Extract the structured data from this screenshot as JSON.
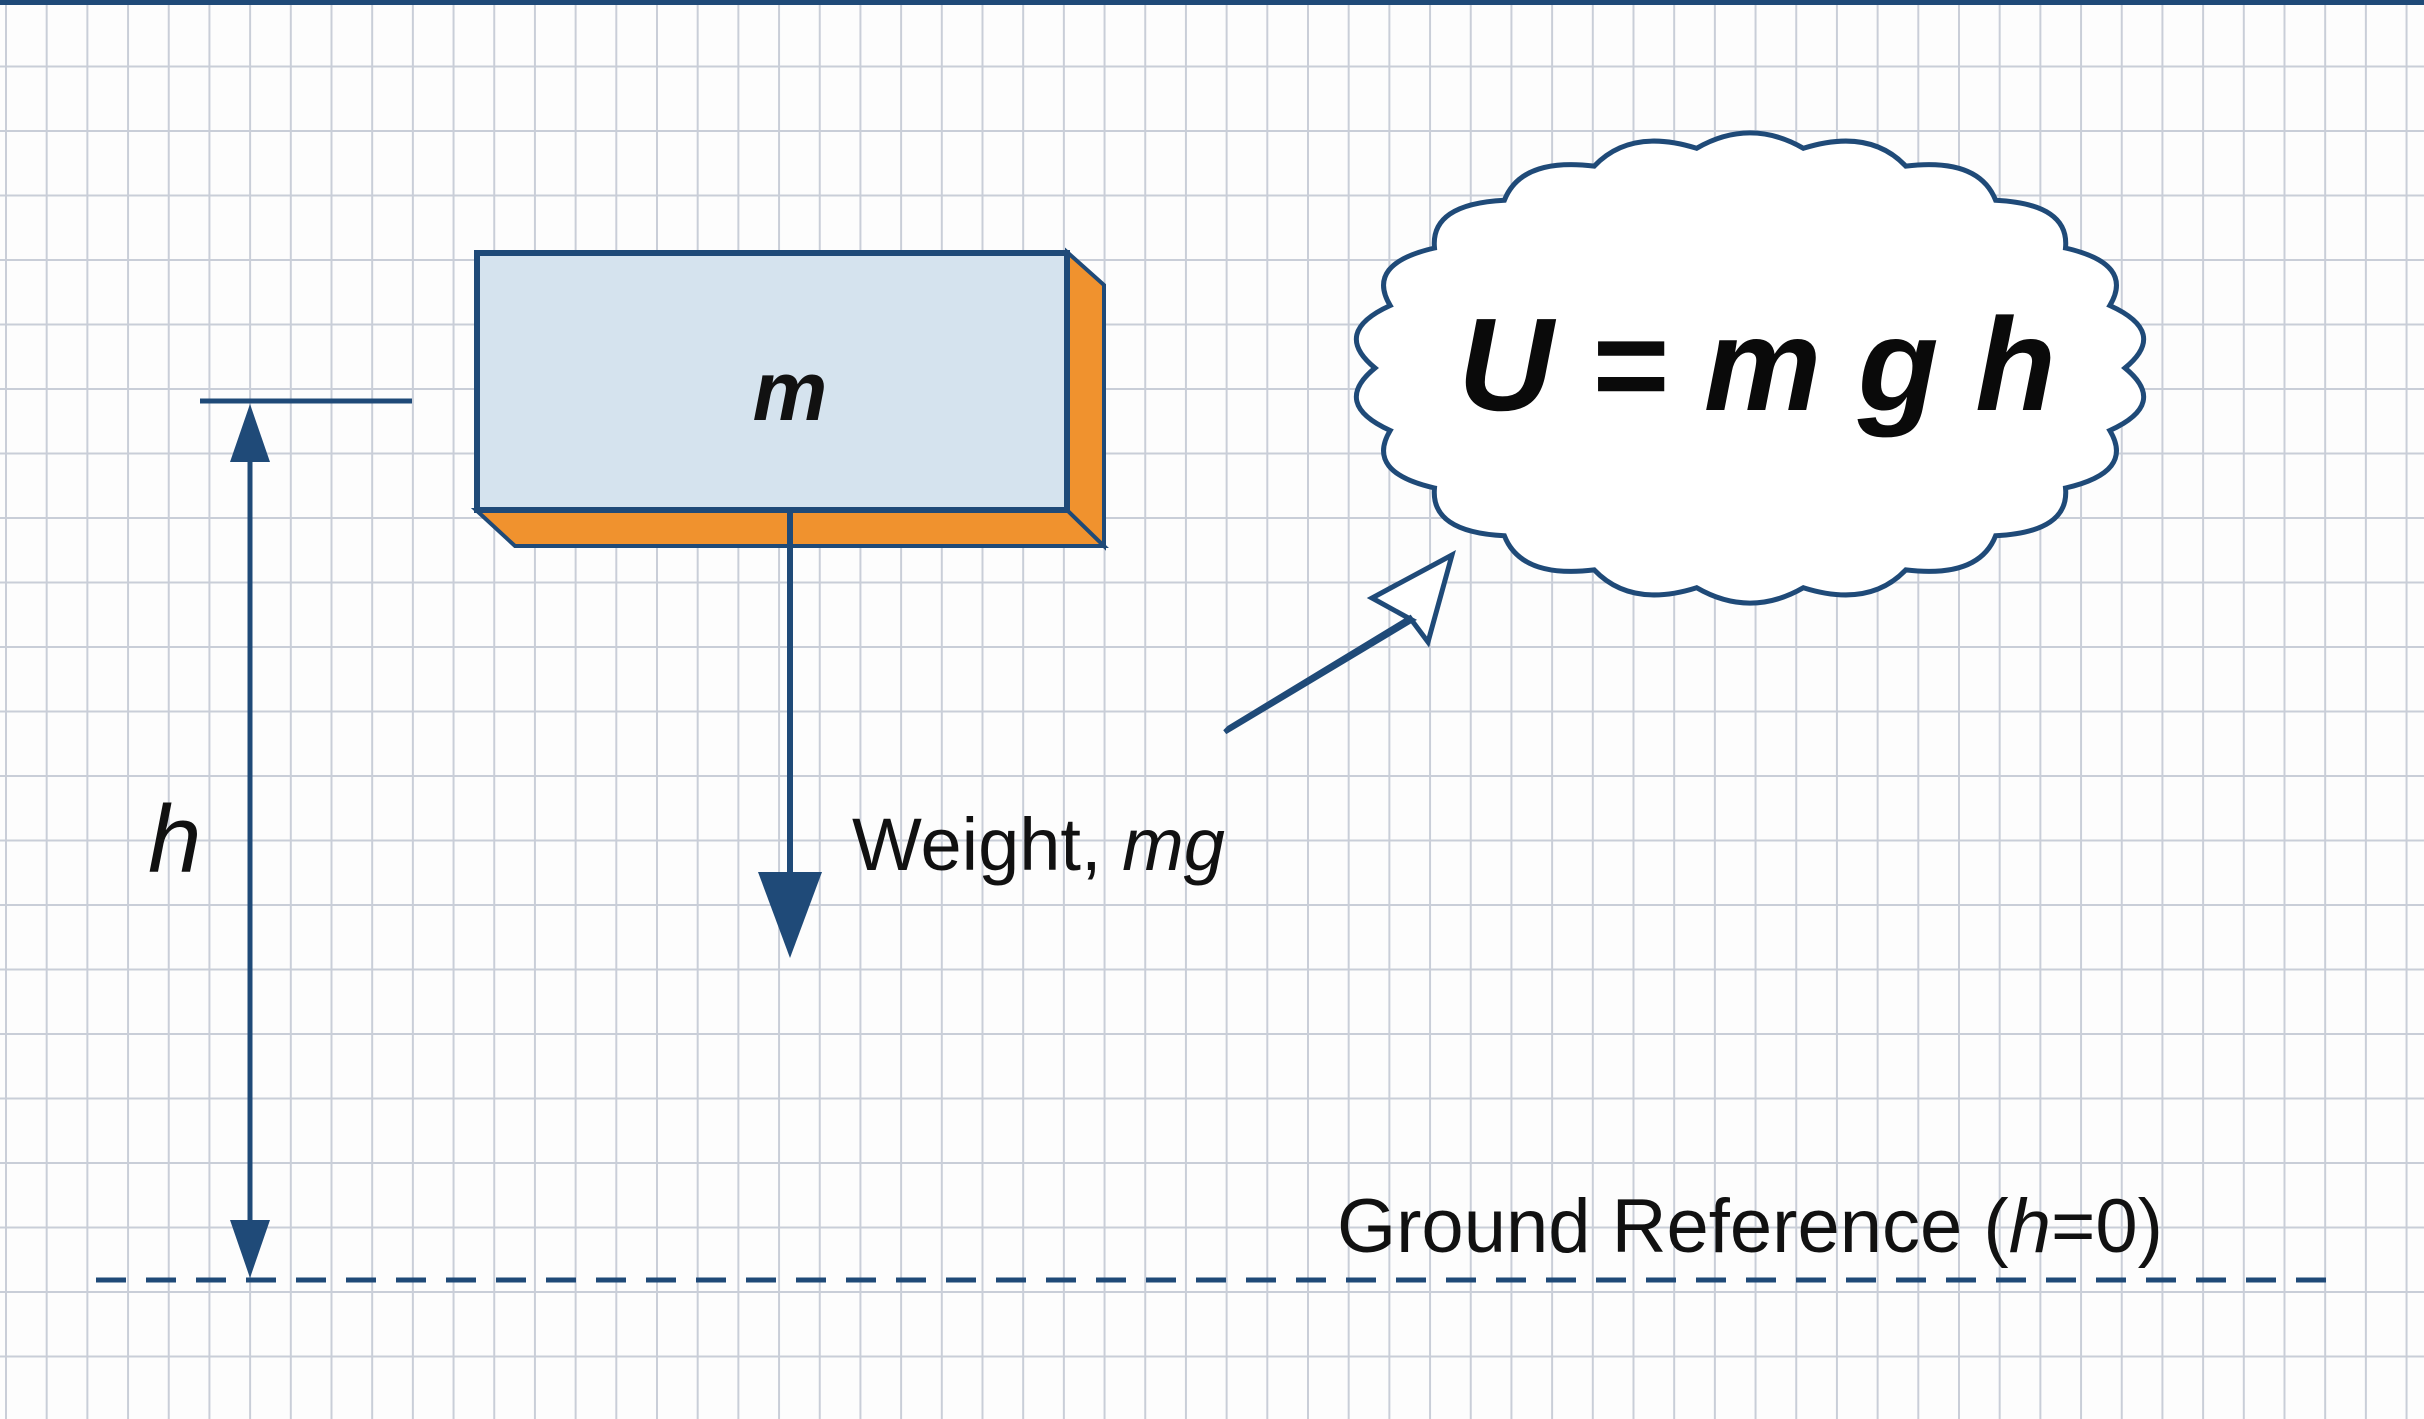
{
  "diagram": {
    "mass_label": "m",
    "height_label": "h",
    "weight_label_prefix": "Weight, ",
    "weight_label_var": "mg",
    "equation": "U = m g h",
    "ground_label_prefix": "Ground Reference (",
    "ground_label_var": "h",
    "ground_label_suffix": "=0)"
  },
  "colors": {
    "line": "#1f4a78",
    "box_fill": "#d5e3ee",
    "box_side": "#f0922e",
    "grid": "#c9ced8"
  }
}
